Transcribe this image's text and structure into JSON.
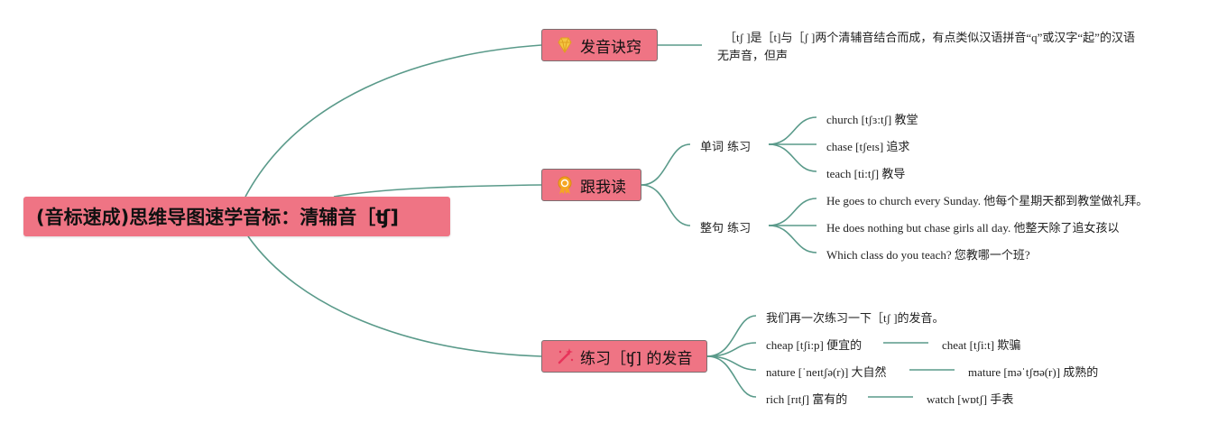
{
  "root": {
    "title": "(音标速成)思维导图速学音标：清辅音［ʧ]"
  },
  "branches": {
    "tips": {
      "label": "发音诀窍",
      "icon": "diamond-icon",
      "note_line1": "［tʃ ]是［t]与［ʃ ]两个清辅音结合而成，有点类似汉语拼音“q”或汉字“起”的汉语",
      "note_line2": "无声音，但声"
    },
    "follow": {
      "label": "跟我读",
      "icon": "medal-icon",
      "words": {
        "label": "单词 练习",
        "items": [
          "church [tʃɜ:tʃ] 教堂",
          "chase [tʃeɪs] 追求",
          "teach [ti:tʃ] 教导"
        ]
      },
      "sentences": {
        "label": "整句 练习",
        "items": [
          "He goes to church every Sunday. 他每个星期天都到教堂做礼拜。",
          "He does nothing but chase girls all day. 他整天除了追女孩以",
          "Which class do you teach? 您教哪一个班?"
        ]
      }
    },
    "practice": {
      "label": "练习［ʧ] 的发音",
      "icon": "magic-wand-icon",
      "intro": "我们再一次练习一下［tʃ ]的发音。",
      "pairs": [
        {
          "left": "cheap [tʃi:p] 便宜的",
          "right": "cheat [tʃi:t] 欺骗"
        },
        {
          "left": "nature [ˈneɪtʃə(r)] 大自然",
          "right": "mature [məˈtʃʊə(r)] 成熟的"
        },
        {
          "left": "rich [rɪtʃ] 富有的",
          "right": "watch [wɒtʃ] 手表"
        }
      ]
    }
  },
  "colors": {
    "node_fill": "#ef7484",
    "connector": "#5a9a8a"
  }
}
